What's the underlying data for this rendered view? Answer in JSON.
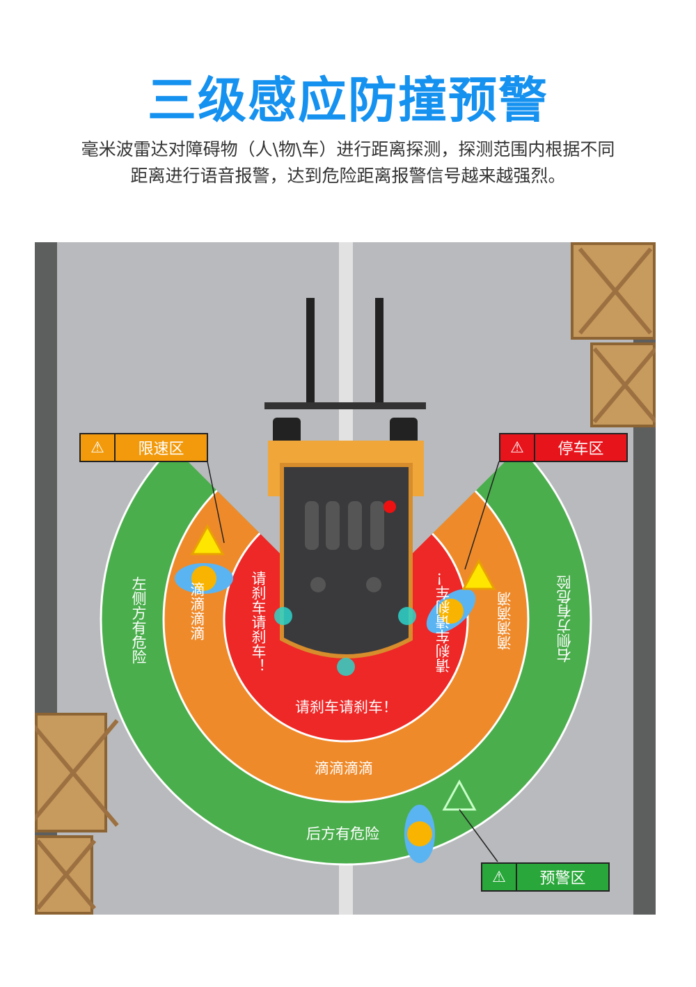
{
  "title": "三级感应防撞预警",
  "subtitle": [
    "毫米波雷达对障碍物（人\\物\\车）进行距离探测，探测范围内根据不同",
    "距离进行语音报警，达到危险距离报警信号越来越强烈。"
  ],
  "zones": {
    "speed_limit": {
      "label": "限速区",
      "color": "#f29a0c"
    },
    "stop": {
      "label": "停车区",
      "color": "#e8141c"
    },
    "warning": {
      "label": "预警区",
      "color": "#29a73a"
    }
  },
  "ring_texts": {
    "green_left": "左侧方有危险",
    "green_right": "右侧方有危险",
    "green_bottom": "后方有危险",
    "orange_left": "滴滴滴滴",
    "orange_right": "滴滴滴滴",
    "orange_bottom": "滴滴滴滴",
    "red_left": "请刹车请刹车！",
    "red_right": "请刹车请刹车！",
    "red_bottom": "请刹车请刹车！"
  },
  "colors": {
    "green": "#4aae4c",
    "orange": "#ef8a2a",
    "red": "#ee2727",
    "title": "#1591f0"
  }
}
